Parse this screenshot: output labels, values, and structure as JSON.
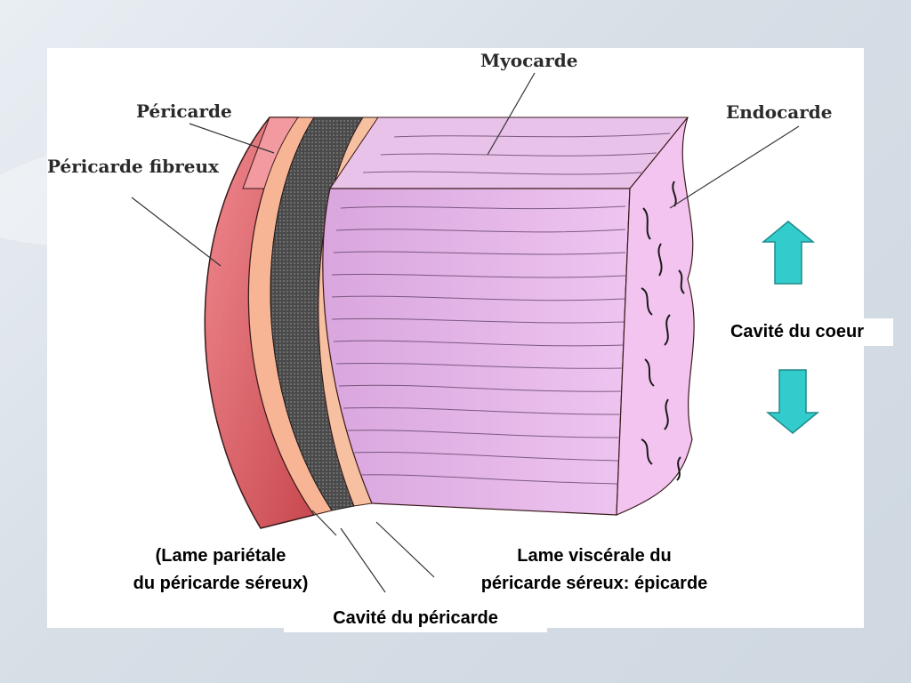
{
  "diagram": {
    "labels": {
      "myocarde": "Myocarde",
      "pericarde": "Péricarde",
      "pericarde_fibreux": "Péricarde fibreux",
      "endocarde": "Endocarde"
    },
    "captions": {
      "cavite_coeur": "Cavité du coeur",
      "lame_parietale_line1": "(Lame pariétale",
      "lame_parietale_line2": "du péricarde séreux)",
      "lame_viscerale_line1": "Lame viscérale du",
      "lame_viscerale_line2": "péricarde séreux: épicarde",
      "cavite_pericarde": "Cavité du péricarde"
    },
    "colors": {
      "arrow": "#33cccc",
      "myocardium": "#e8b6e8",
      "fibrous_pericardium": "#e06a78",
      "parietal_layer": "#f7b596",
      "pericardial_cavity": "#333333",
      "endocardium": "#f2b8ee"
    }
  }
}
